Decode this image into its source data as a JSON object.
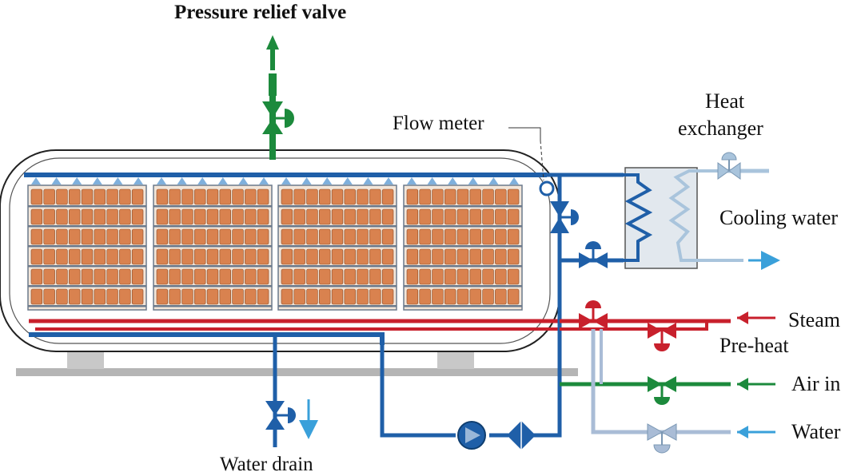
{
  "labels": {
    "pressure_relief_valve": "Pressure relief valve",
    "flow_meter": "Flow meter",
    "heat_exchanger_line1": "Heat",
    "heat_exchanger_line2": "exchanger",
    "cooling_water": "Cooling water",
    "steam": "Steam",
    "pre_heat": "Pre-heat",
    "air_in": "Air in",
    "water": "Water",
    "water_drain": "Water drain"
  },
  "colors": {
    "process_water": "#1f5fa8",
    "cooling_water_line": "#a9c4dc",
    "steam": "#c8202c",
    "air": "#1c8a3c",
    "water_supply": "#a9bcd6",
    "arrow_light_blue": "#3aa0da",
    "product_trays": "#d9824f"
  },
  "icons": {
    "vessel": "retort-vessel",
    "trays": "product-tray-grid",
    "pump": "circulation-pump",
    "filter": "strainer",
    "flow_meter": "flow-meter",
    "heat_exchanger": "coil-heat-exchanger"
  }
}
